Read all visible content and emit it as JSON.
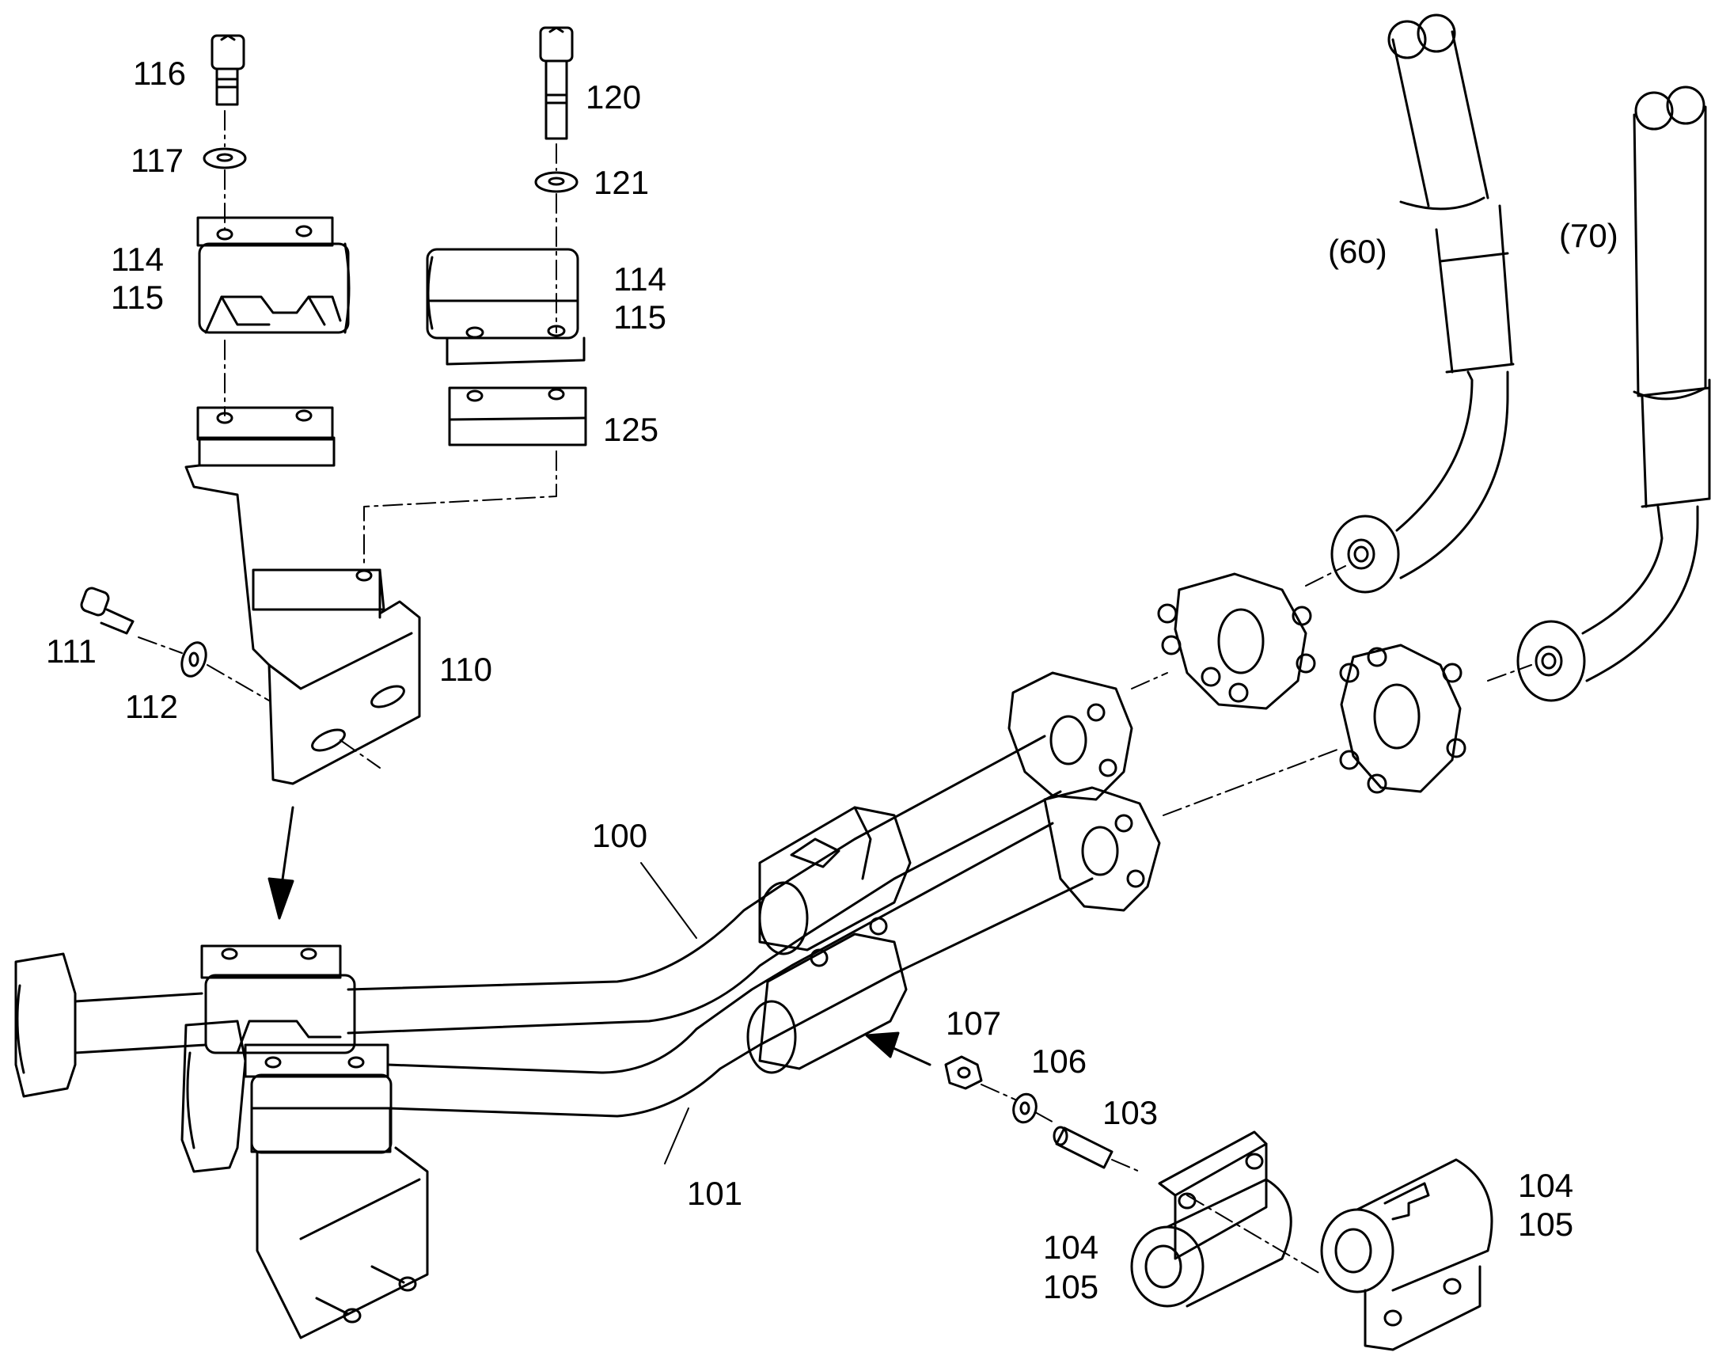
{
  "diagram": {
    "type": "exploded-assembly-drawing",
    "colors": {
      "line": "#000000",
      "background": "#ffffff"
    },
    "labels": {
      "l116": "116",
      "l117": "117",
      "l114a": "114",
      "l115a": "115",
      "l120": "120",
      "l121": "121",
      "l114b": "114",
      "l115b": "115",
      "l125": "125",
      "l111": "111",
      "l112": "112",
      "l110": "110",
      "l60": "(60)",
      "l70": "(70)",
      "l100": "100",
      "l101": "101",
      "l107": "107",
      "l106": "106",
      "l103": "103",
      "l104a": "104",
      "l105a": "105",
      "l104b": "104",
      "l105b": "105"
    }
  }
}
